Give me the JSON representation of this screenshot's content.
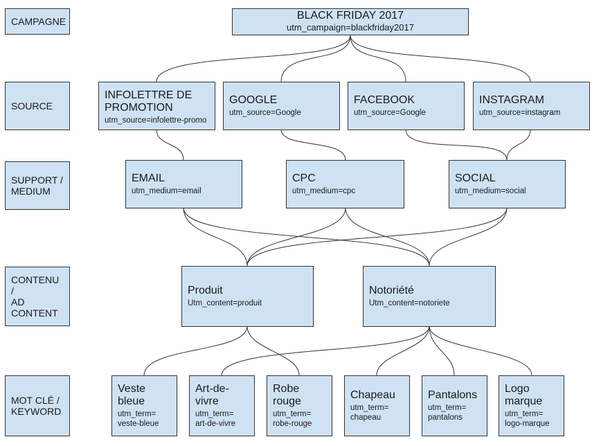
{
  "levels": {
    "campagne": "CAMPAGNE",
    "source": "SOURCE",
    "medium": "SUPPORT /\nMEDIUM",
    "content": "CONTENU /\nAD\nCONTENT",
    "keyword": "MOT CLÉ /\nKEYWORD"
  },
  "campaign": {
    "title": "BLACK FRIDAY 2017",
    "code": "utm_campaign=blackfriday2017"
  },
  "sources": [
    {
      "title": "INFOLETTRE DE\nPROMOTION",
      "code": "utm_source=infolettre-promo"
    },
    {
      "title": "GOOGLE",
      "code": "utm_source=Google"
    },
    {
      "title": "FACEBOOK",
      "code": "utm_source=Google"
    },
    {
      "title": "INSTAGRAM",
      "code": "utm_source=instagram"
    }
  ],
  "mediums": [
    {
      "title": "EMAIL",
      "code": "utm_medium=email"
    },
    {
      "title": "CPC",
      "code": "utm_medium=cpc"
    },
    {
      "title": "SOCIAL",
      "code": "utm_medium=social"
    }
  ],
  "contents": [
    {
      "title": "Produit",
      "code": "Utm_content=produit"
    },
    {
      "title": "Notoriété",
      "code": "Utm_content=notoriete"
    }
  ],
  "keywords": [
    {
      "title": "Veste bleue",
      "code": "utm_term=\nveste-bleue"
    },
    {
      "title": "Art-de-vivre",
      "code": "utm_term=\nart-de-vivre"
    },
    {
      "title": "Robe rouge",
      "code": "utm_term=\nrobe-rouge"
    },
    {
      "title": "Chapeau",
      "code": "utm_term=\nchapeau"
    },
    {
      "title": "Pantalons",
      "code": "utm_term=\npantalons"
    },
    {
      "title": "Logo\nmarque",
      "code": "utm_term=\nlogo-marque"
    }
  ],
  "colors": {
    "box_fill": "#cfe2f3",
    "box_border": "#333333",
    "connector": "#333333"
  }
}
